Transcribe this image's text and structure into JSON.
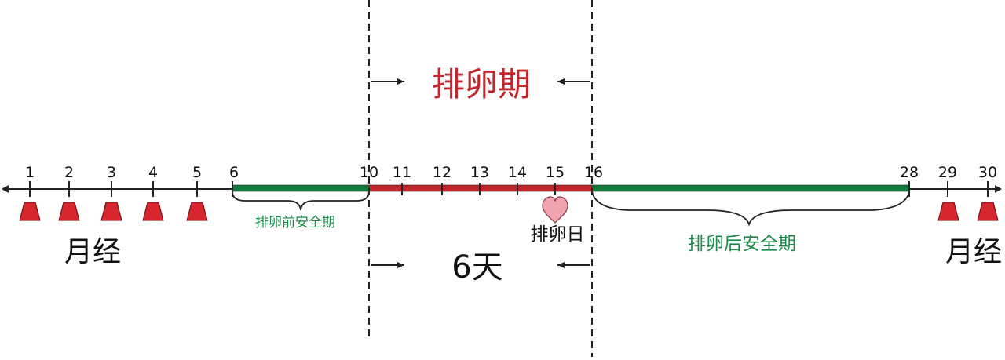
{
  "title": "排卵期",
  "duration_label": "6天",
  "ovulation_day_label": "排卵日",
  "pre_safe_label": "排卵前安全期",
  "post_safe_label": "排卵后安全期",
  "menstruation_label_left": "月经",
  "menstruation_label_right": "月经",
  "day_labels": {
    "d1": "1",
    "d2": "2",
    "d3": "3",
    "d4": "4",
    "d5": "5",
    "d6": "6",
    "d10": "10",
    "d11": "11",
    "d12": "12",
    "d13": "13",
    "d14": "14",
    "d15": "15",
    "d16": "16",
    "d28": "28",
    "d29": "29",
    "d30": "30"
  },
  "colors": {
    "ovulation_period": "#c0262c",
    "safe_period": "#117a3c",
    "safe_text": "#1a8a4a",
    "menstruation_marker": "#d8262e",
    "heart": "#f2a3b0",
    "line": "#222222"
  },
  "icons": {
    "menstruation_marker": "trapezoid-icon",
    "ovulation_day_marker": "heart-icon",
    "arrow": "arrow-icon"
  }
}
